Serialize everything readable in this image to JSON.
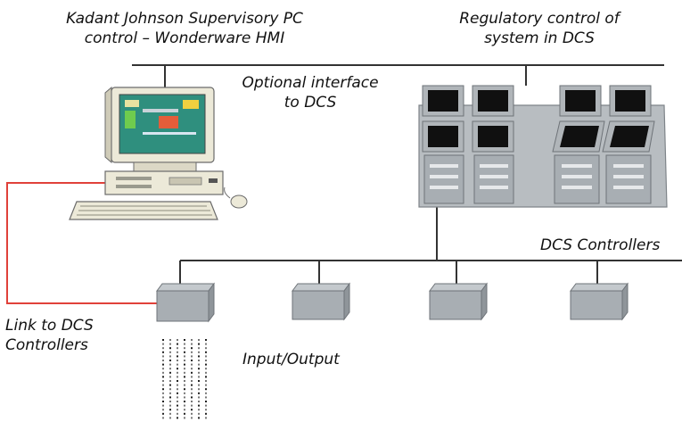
{
  "labels": {
    "supervisory": {
      "line1": "Kadant Johnson Supervisory PC",
      "line2": "control – Wonderware HMI"
    },
    "regulatory": {
      "line1": "Regulatory control of",
      "line2": "system in DCS"
    },
    "optional": {
      "line1": "Optional interface",
      "line2": "to DCS"
    },
    "dcs_controllers": "DCS Controllers",
    "link": {
      "line1": "Link to DCS",
      "line2": "Controllers"
    },
    "io": "Input/Output"
  },
  "colors": {
    "network_line": "#333333",
    "link_line": "#e0413a",
    "equipment_gray": "#a8aeb3",
    "screen_dark": "#101010",
    "pc_body": "#ece9d8",
    "screen_content": "#2f8f7e"
  },
  "icons": {
    "pc": "workstation-icon",
    "dcs": "dcs-console-icon",
    "controller": "controller-icon",
    "io": "io-module-icon"
  }
}
